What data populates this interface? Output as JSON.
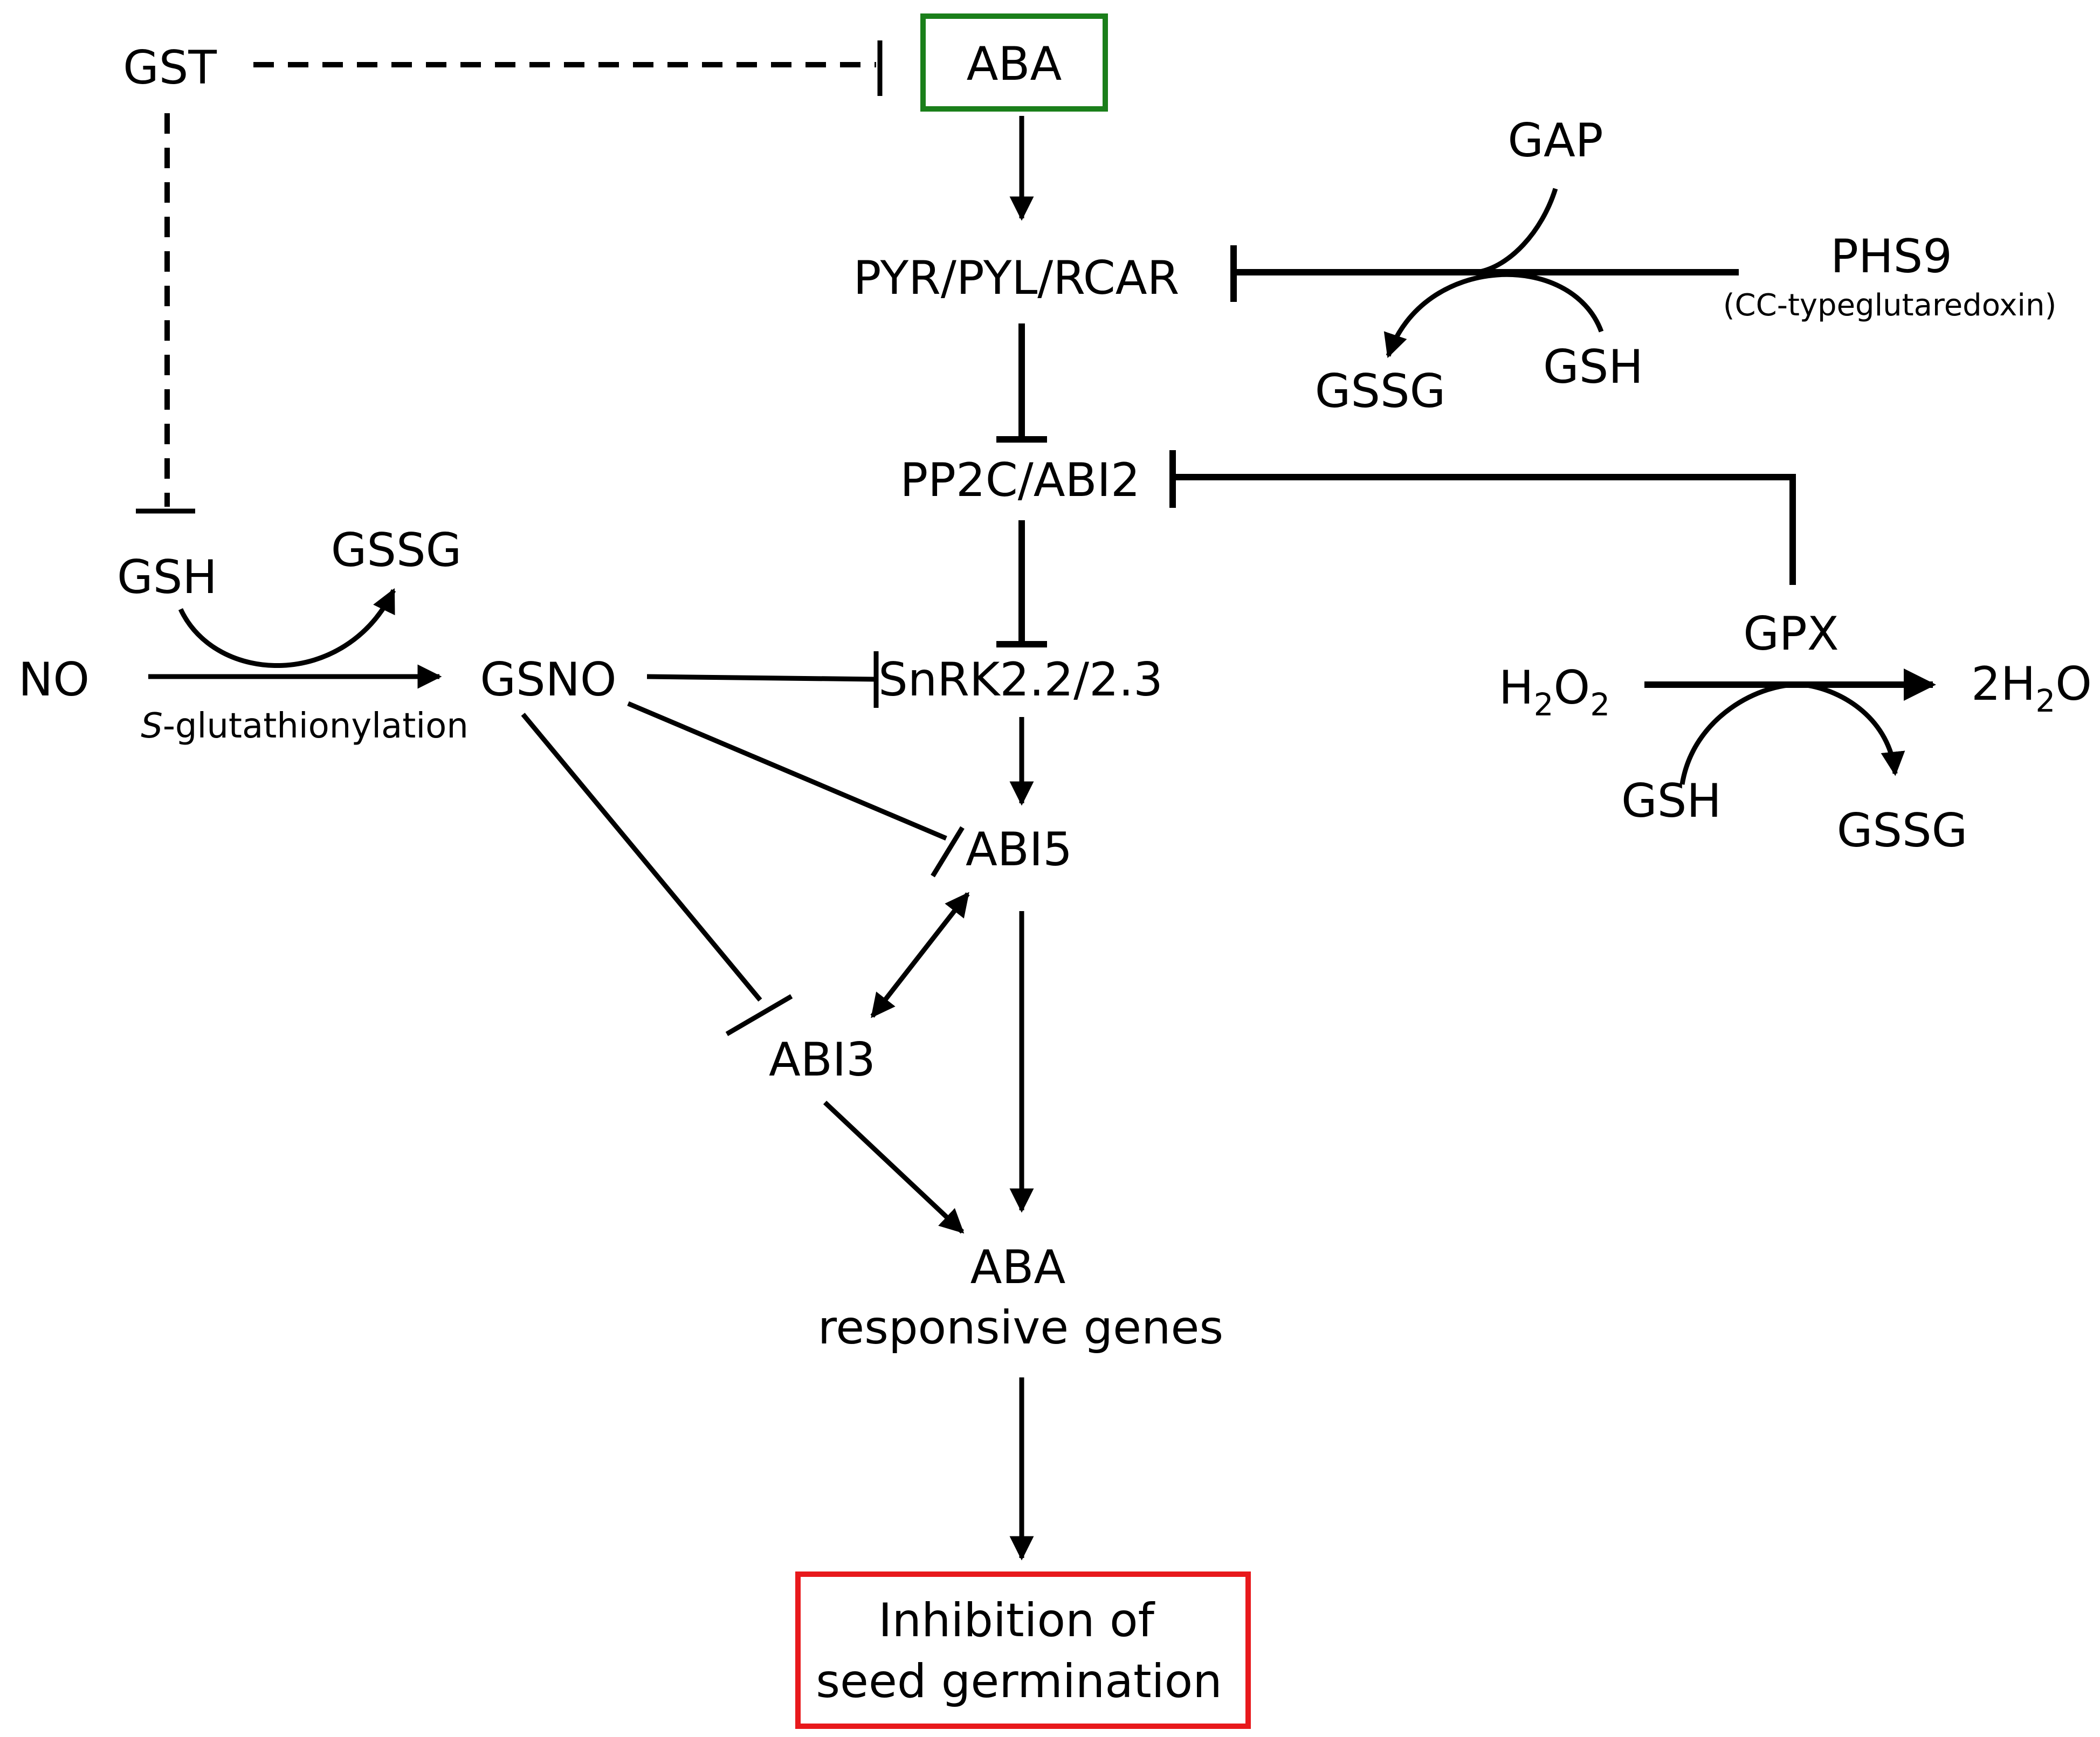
{
  "colors": {
    "aba_box": "#1a7f1a",
    "outcome_box": "#e8191c",
    "ink": "#000000"
  },
  "nodes": {
    "gst": "GST",
    "aba": "ABA",
    "gap": "GAP",
    "pyr": "PYR/PYL/RCAR",
    "phs9": "PHS9",
    "phs9_note": "(CC-typeglutaredoxin)",
    "gssg_top": "GSSG",
    "gsh_top": "GSH",
    "pp2c": "PP2C/ABI2",
    "gsh_left": "GSH",
    "gssg_left": "GSSG",
    "no": "NO",
    "glutathionylation_prefix": "S",
    "glutathionylation_rest": "-glutathionylation",
    "gsno": "GSNO",
    "snrk": "SnRK2.2/2.3",
    "gpx": "GPX",
    "h2o2_h": "H",
    "h2o2_sub1": "2",
    "h2o2_o": "O",
    "h2o2_sub2": "2",
    "water_2h": "2H",
    "water_sub": "2",
    "water_o": "O",
    "gsh_right": "GSH",
    "gssg_right": "GSSG",
    "abi5": "ABI5",
    "abi3": "ABI3",
    "aba_genes_line1": "ABA",
    "aba_genes_line2": "responsive genes",
    "outcome_line1": "Inhibition of",
    "outcome_line2": "seed germination"
  }
}
